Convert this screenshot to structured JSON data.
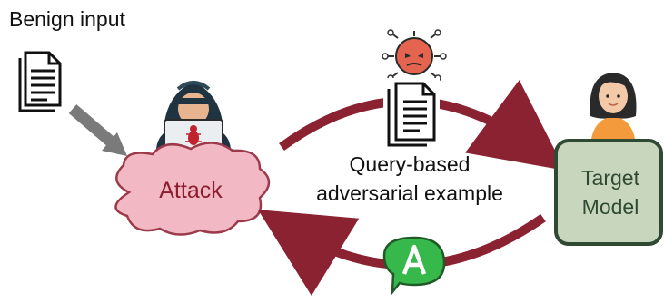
{
  "labels": {
    "benign_input": "Benign input",
    "attack": "Attack",
    "query_line1": "Query-based",
    "query_line2": "adversarial example",
    "target_line1": "Target",
    "target_line2": "Model"
  },
  "icons": {
    "benign_document": "document-icon",
    "input_arrow": "arrow-icon",
    "attacker": "hacker-icon",
    "virus": "virus-icon",
    "query_document": "document-icon",
    "user": "user-icon",
    "answer": "answer-bubble-icon"
  },
  "colors": {
    "arrow_maroon": "#8b2232",
    "gray_arrow": "#7a7a7a",
    "cloud_fill": "#f2b8c4",
    "cloud_stroke": "#9b3a4a",
    "target_fill": "#c9d6be",
    "target_stroke": "#2f4a33",
    "virus_red": "#e4644f",
    "answer_green": "#37b84a"
  }
}
